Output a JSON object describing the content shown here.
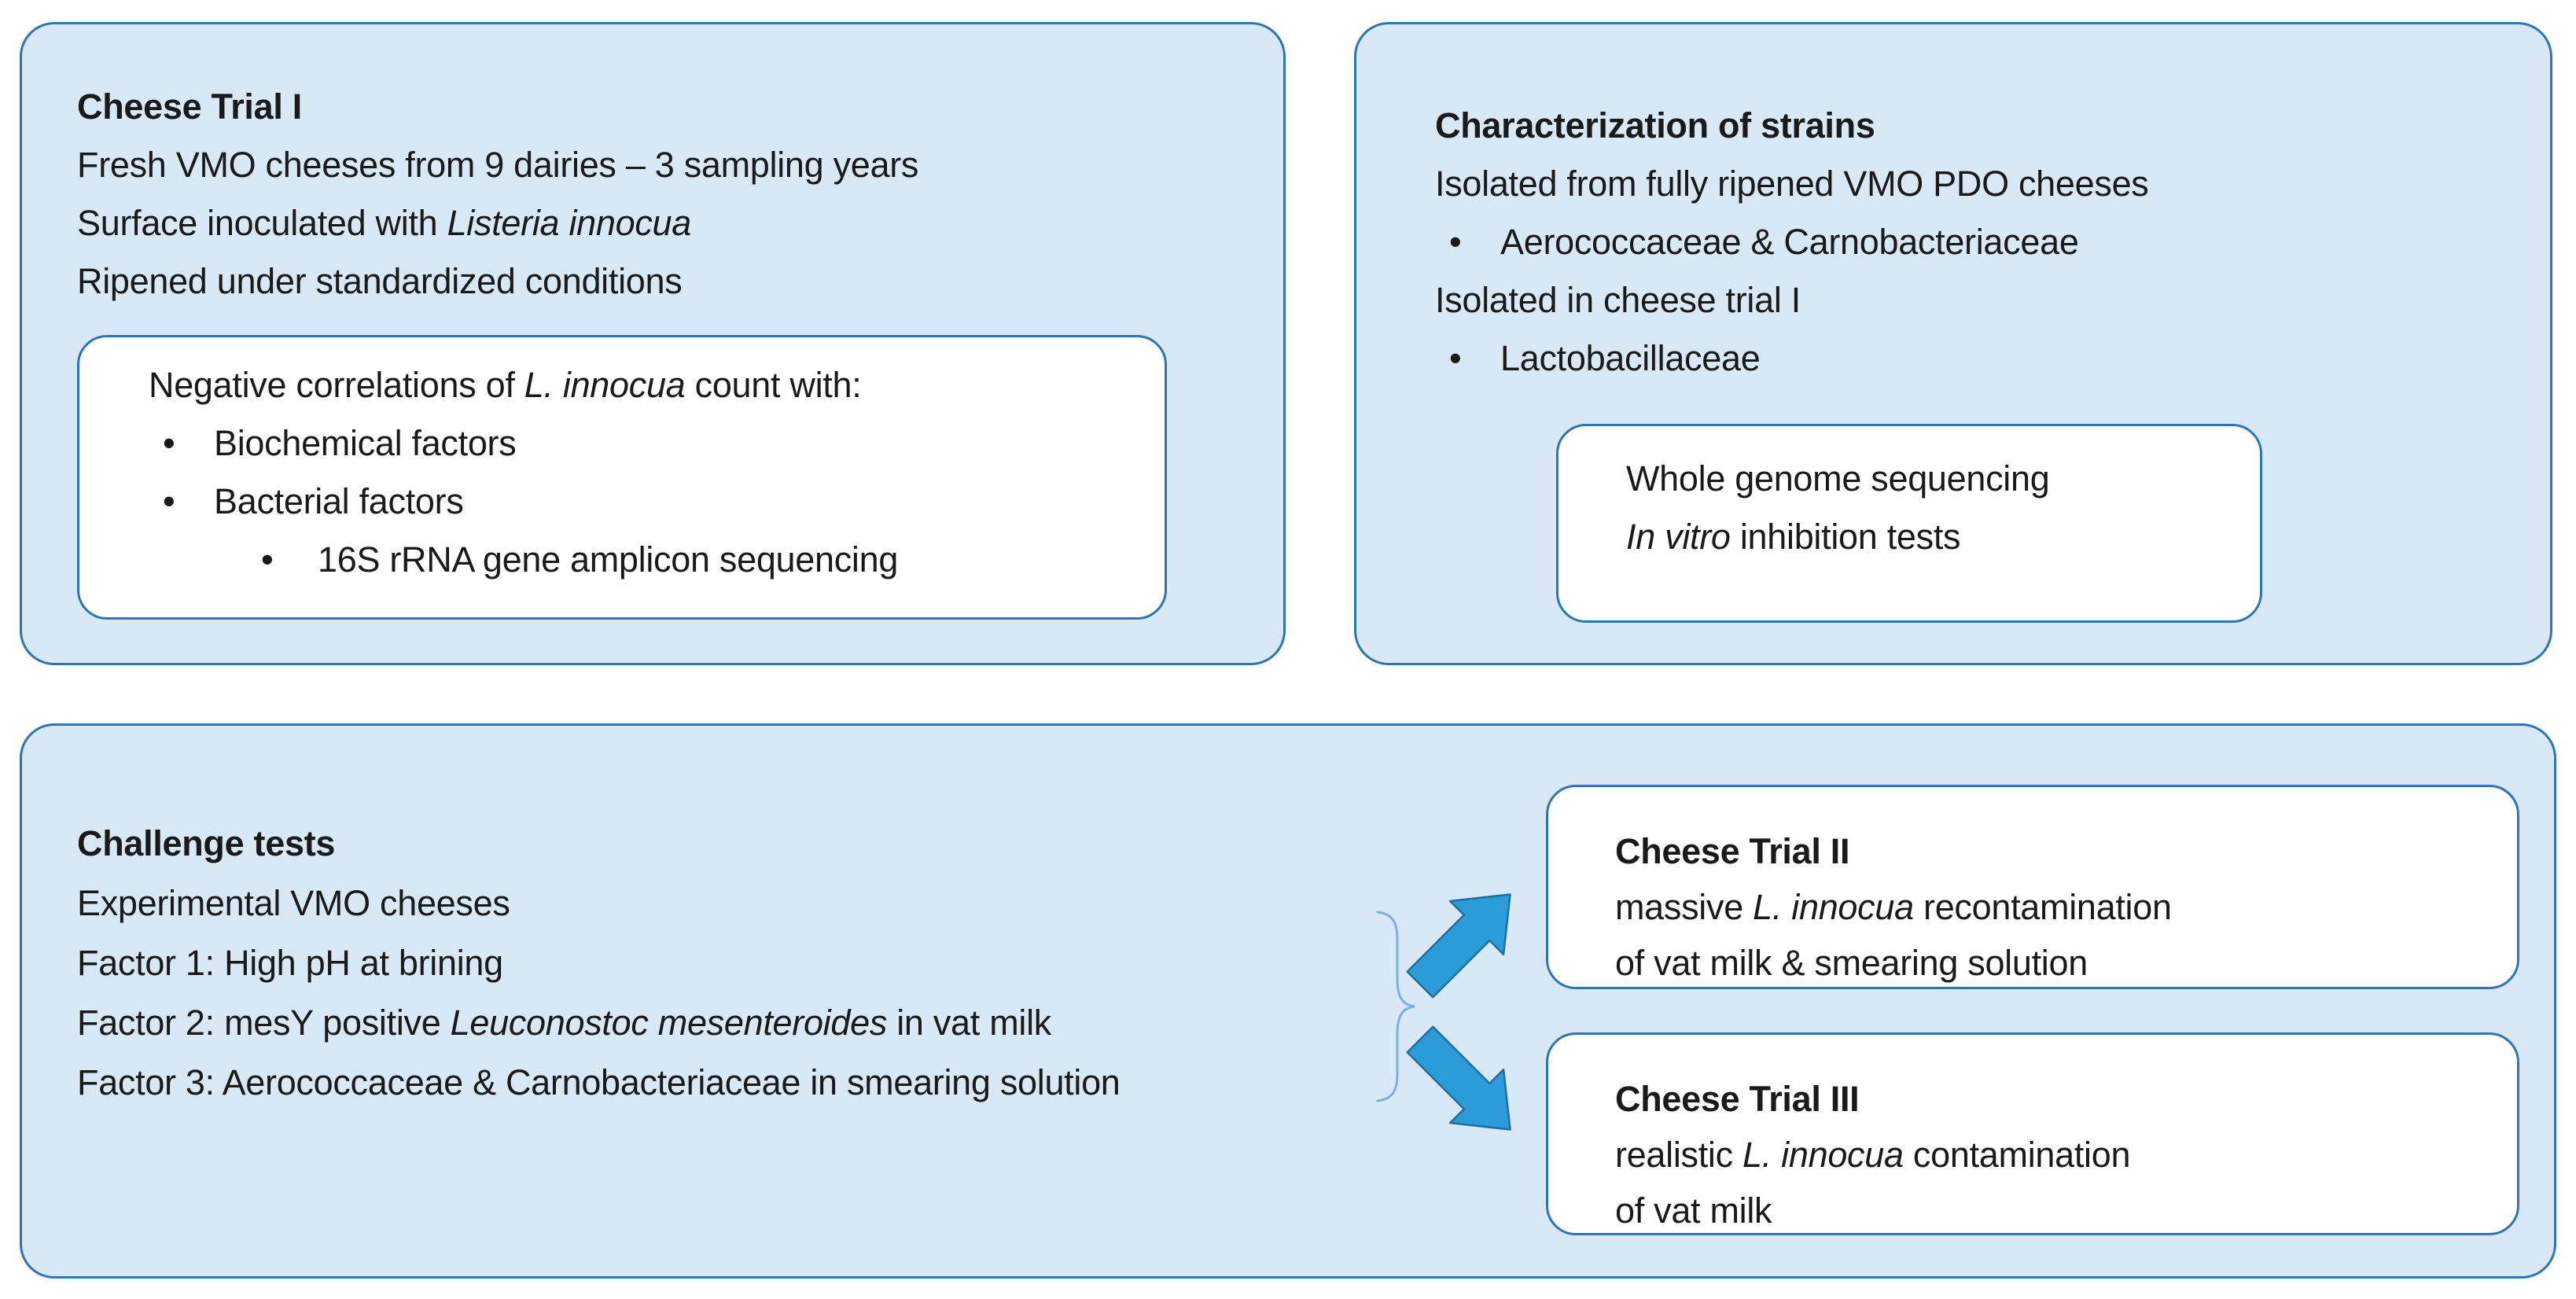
{
  "chars": {
    "bullet": "•"
  },
  "colors": {
    "panel_fill": "#d9e8f5",
    "panel_border": "#2e75b6",
    "white_fill": "#ffffff",
    "arrow_fill": "#2b9cd8",
    "arrow_stroke": "#1c6ea4",
    "brace_stroke": "#7fafdc",
    "text_color": "#1a1a1a"
  },
  "panels": {
    "trial1": {
      "title": "Cheese Trial I",
      "lines": [
        [
          {
            "t": "Fresh VMO cheeses from 9 dairies – 3 sampling years"
          }
        ],
        [
          {
            "t": "Surface inoculated with "
          },
          {
            "t": "Listeria innocua",
            "i": true
          }
        ],
        [
          {
            "t": "Ripened under standardized conditions"
          }
        ]
      ],
      "callout": {
        "header": [
          {
            "t": "Negative correlations of "
          },
          {
            "t": "L. innocua",
            "i": true
          },
          {
            "t": " count with:"
          }
        ],
        "bullet1": [
          {
            "t": "Biochemical factors"
          }
        ],
        "bullet2": [
          {
            "t": "Bacterial factors"
          }
        ],
        "subbullet": [
          {
            "t": "16S rRNA gene amplicon sequencing"
          }
        ]
      }
    },
    "strains": {
      "title": "Characterization of strains",
      "line1": [
        {
          "t": "Isolated from fully ripened VMO PDO cheeses"
        }
      ],
      "bullet1": [
        {
          "t": "Aerococcaceae & Carnobacteriaceae"
        }
      ],
      "line2": [
        {
          "t": "Isolated in cheese trial I"
        }
      ],
      "bullet2": [
        {
          "t": "Lactobacillaceae"
        }
      ],
      "callout": {
        "line1": [
          {
            "t": "Whole genome sequencing"
          }
        ],
        "line2": [
          {
            "t": "In vitro",
            "i": true
          },
          {
            "t": " inhibition tests"
          }
        ]
      }
    },
    "challenge": {
      "title": "Challenge tests",
      "lines": [
        [
          {
            "t": "Experimental VMO cheeses"
          }
        ],
        [
          {
            "t": "Factor 1: High pH at brining"
          }
        ],
        [
          {
            "t": "Factor 2: mesY positive "
          },
          {
            "t": "Leuconostoc mesenteroides",
            "i": true
          },
          {
            "t": " in vat milk"
          }
        ],
        [
          {
            "t": "Factor 3: Aerococcaceae & Carnobacteriaceae in smearing solution"
          }
        ]
      ],
      "trial2": {
        "title": "Cheese Trial II",
        "line1": [
          {
            "t": "massive "
          },
          {
            "t": "L. innocua",
            "i": true
          },
          {
            "t": " recontamination"
          }
        ],
        "line2": [
          {
            "t": "of vat milk & smearing solution"
          }
        ]
      },
      "trial3": {
        "title": "Cheese Trial III",
        "line1": [
          {
            "t": "realistic "
          },
          {
            "t": "L. innocua",
            "i": true
          },
          {
            "t": " contamination"
          }
        ],
        "line2": [
          {
            "t": "of vat milk"
          }
        ]
      }
    }
  }
}
